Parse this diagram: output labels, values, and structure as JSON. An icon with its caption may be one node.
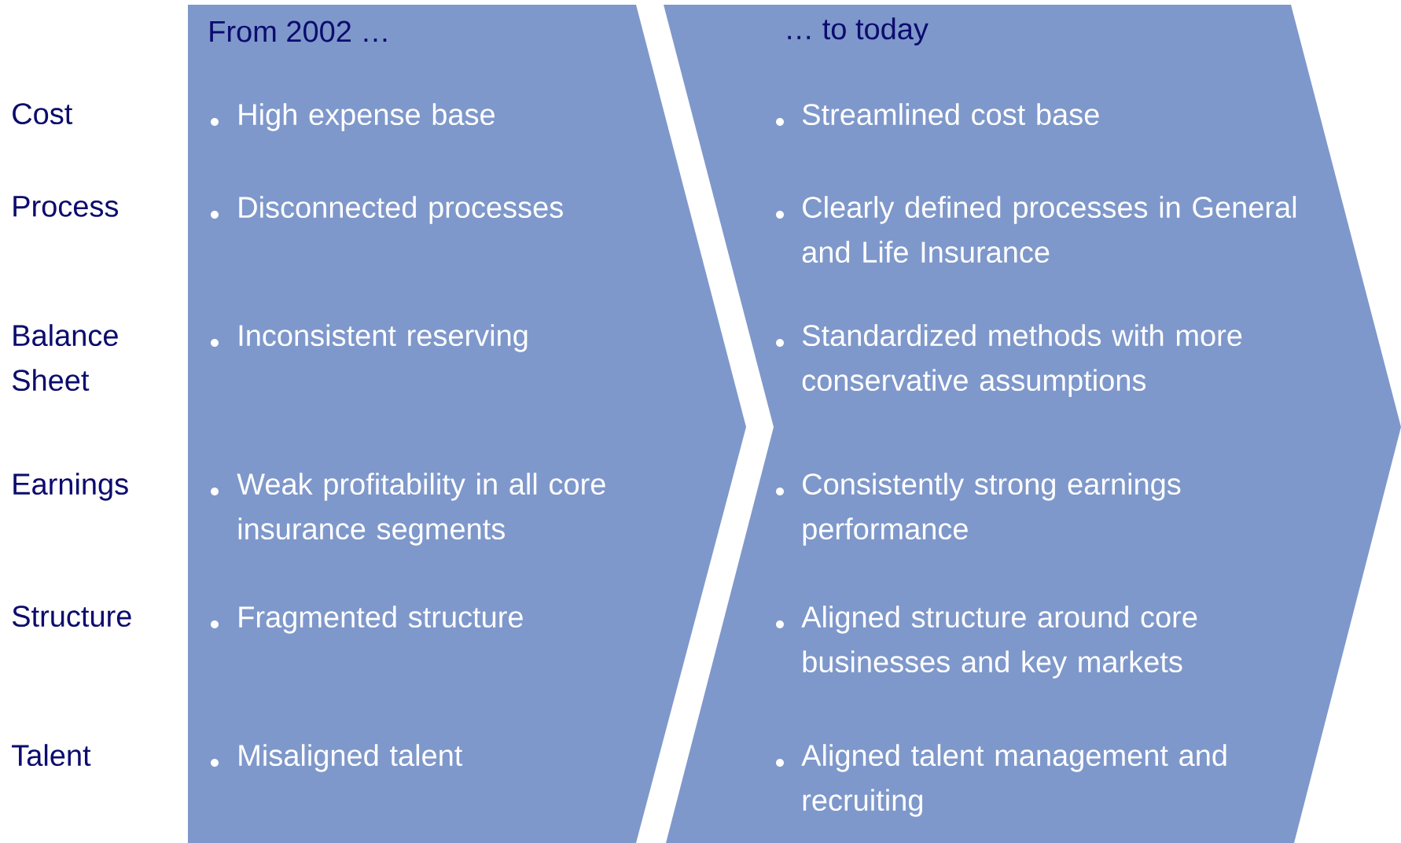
{
  "diagram": {
    "nodes": [
      {
        "text": [
          "From 2002 …",
          "High expense base",
          "Disconnected processes",
          "Inconsistent reserving",
          "Weak profitability in all core insurance segments",
          "Fragmented structure",
          "Misaligned talent"
        ]
      },
      {
        "text": [
          "… to today",
          "Streamlined cost base",
          "Clearly defined processes in General and Life Insurance",
          "Standardized methods with more conservative assumptions",
          "Consistently strong earnings performance",
          "Aligned structure around core businesses and key markets",
          "Aligned talent management and recruiting"
        ]
      }
    ],
    "labels": [
      "Cost",
      "Process",
      "Balance Sheet",
      "Earnings",
      "Structure",
      "Talent"
    ]
  }
}
